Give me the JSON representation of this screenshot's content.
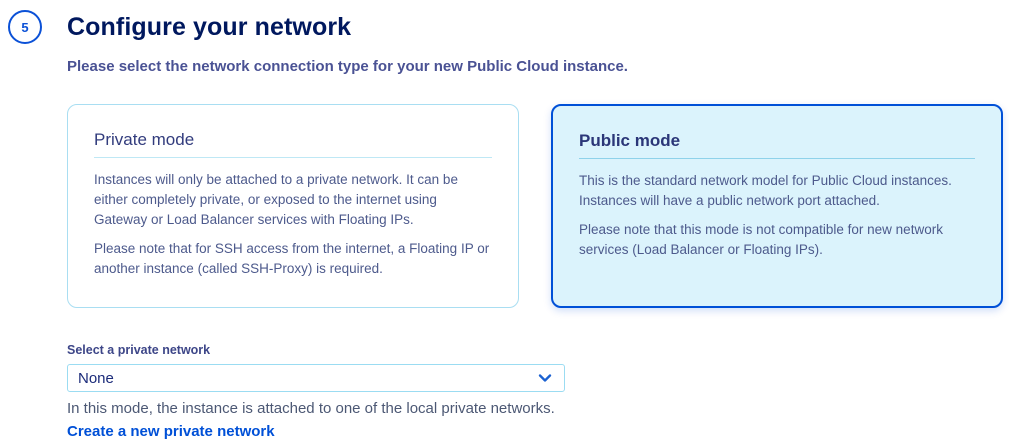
{
  "step": {
    "number": "5",
    "title": "Configure your network",
    "subtitle": "Please select the network connection type for your new Public Cloud instance."
  },
  "cards": [
    {
      "id": "private-mode",
      "title": "Private mode",
      "selected": false,
      "paragraphs": [
        "Instances will only be attached to a private network. It can be either completely private, or exposed to the internet using Gateway or Load Balancer services with Floating IPs.",
        "Please note that for SSH access from the internet, a Floating IP or another instance (called SSH-Proxy) is required."
      ]
    },
    {
      "id": "public-mode",
      "title": "Public mode",
      "selected": true,
      "paragraphs": [
        "This is the standard network model for Public Cloud instances. Instances will have a public network port attached.",
        "Please note that this mode is not compatible for new network services (Load Balancer or Floating IPs)."
      ]
    }
  ],
  "private_network": {
    "label": "Select a private network",
    "selected_value": "None",
    "help_text": "In this mode, the instance is attached to one of the local private networks.",
    "link_label": "Create a new private network"
  },
  "icons": {
    "chevron_down": "chevron-down-icon"
  },
  "colors": {
    "primary_blue": "#0050d7",
    "heading_navy": "#00185e",
    "subtitle_indigo": "#4a5294",
    "card_body_text": "#4d5a8c",
    "selected_card_background": "#dbf3fc",
    "selected_card_border": "#0050d7",
    "unselected_card_border": "#a9def2",
    "select_border": "#9bdcf2"
  }
}
